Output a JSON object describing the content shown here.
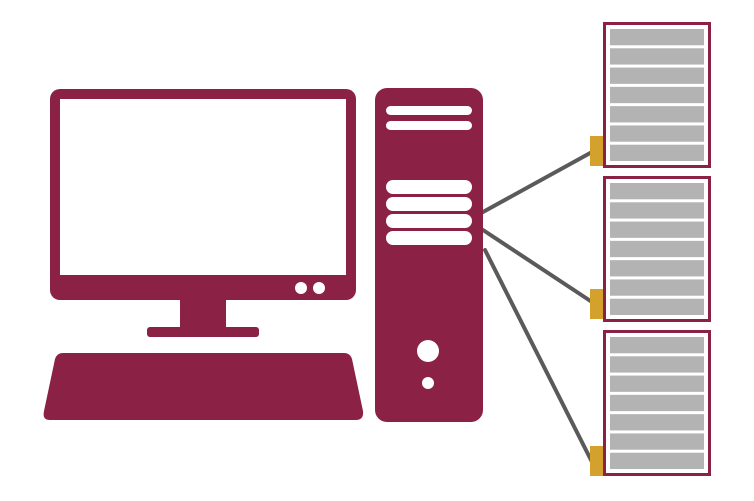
{
  "colors": {
    "primary": "#8b2246",
    "screen": "#ffffff",
    "cable": "#5a5a5a",
    "connector": "#d4a22c",
    "drive_slot": "#b3b3b3",
    "drive_frame": "#8b2246",
    "background": "#ffffff"
  },
  "icons": {
    "monitor": "monitor-icon",
    "keyboard": "keyboard-icon",
    "tower": "computer-tower-icon",
    "storage": "storage-unit-icon",
    "cable": "cable-connection",
    "connector": "connector-plug"
  },
  "storage_units": [
    {
      "name": "storage-unit-1",
      "slots": 7
    },
    {
      "name": "storage-unit-2",
      "slots": 7
    },
    {
      "name": "storage-unit-3",
      "slots": 7
    }
  ],
  "tower": {
    "top_bays": 2,
    "middle_bays": 4,
    "buttons": 2
  },
  "monitor": {
    "indicator_lights": 2
  }
}
